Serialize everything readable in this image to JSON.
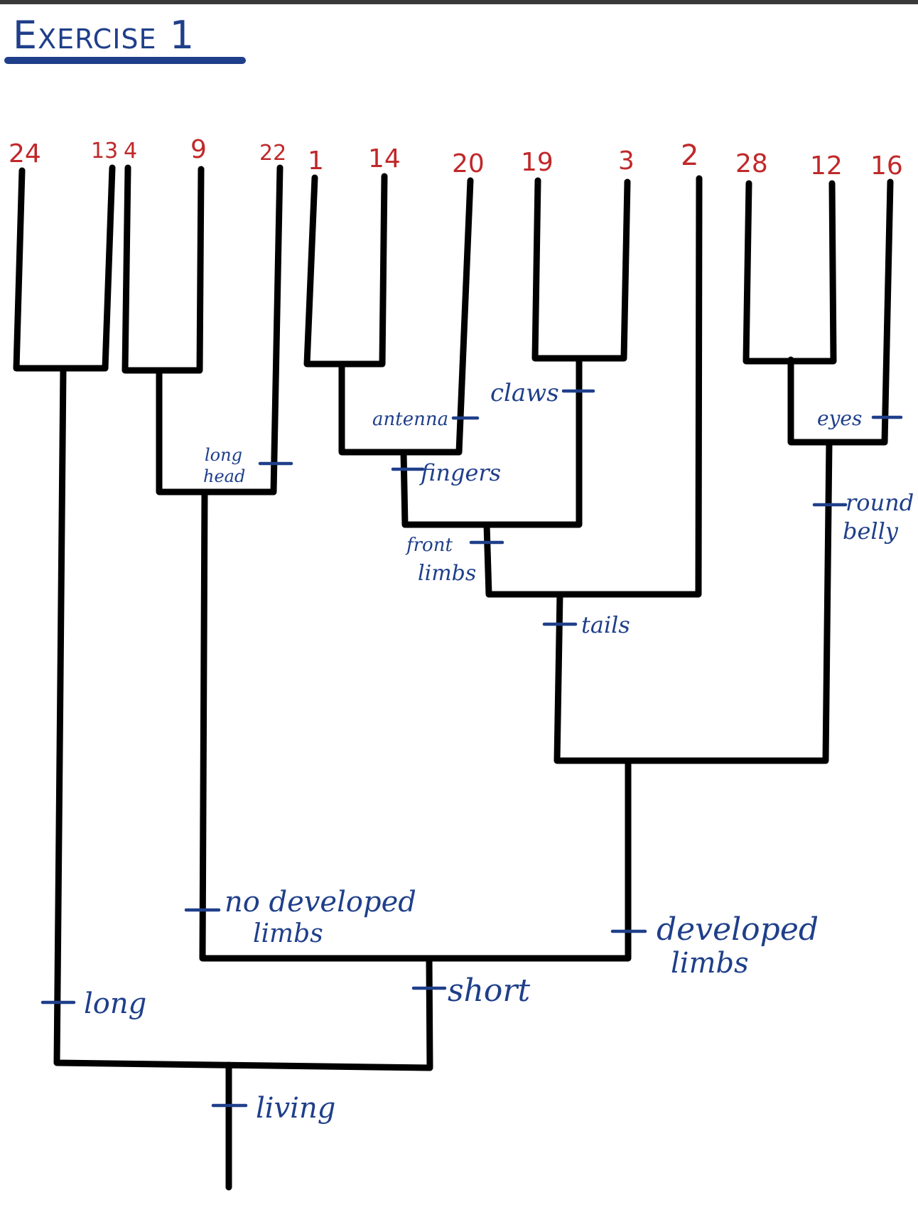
{
  "title": "Exercise 1",
  "colors": {
    "taxa": "#c0282a",
    "traits": "#1f3f8a",
    "branches": "#000000"
  },
  "taxa": [
    "24",
    "13",
    "4",
    "9",
    "22",
    "1",
    "14",
    "20",
    "19",
    "3",
    "2",
    "28",
    "12",
    "16"
  ],
  "traits": {
    "living": "living",
    "long": "long",
    "short": "short",
    "no_developed_1": "no developed",
    "no_developed_2": "limbs",
    "developed_1": "developed",
    "developed_2": "limbs",
    "long_head_1": "long",
    "long_head_2": "head",
    "tails": "tails",
    "round_belly_1": "round",
    "round_belly_2": "belly",
    "front_limbs_1": "front",
    "front_limbs_2": "limbs",
    "claws": "claws",
    "fingers": "fingers",
    "antenna": "antenna",
    "eyes": "eyes"
  }
}
